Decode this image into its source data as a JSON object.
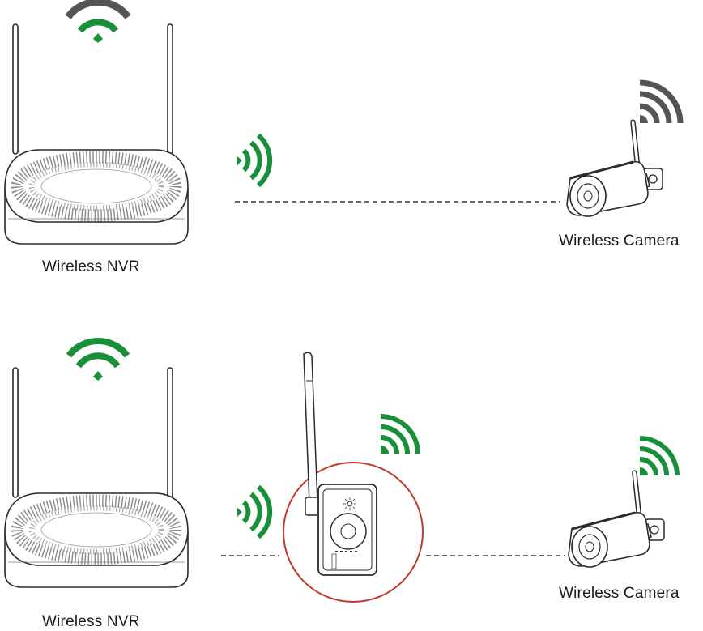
{
  "colors": {
    "signal_green": "#1a8f3a",
    "signal_gray": "#555555",
    "outline": "#2a2a2a",
    "repeater_circle": "#c0392b"
  },
  "top_scene": {
    "nvr_label": "Wireless NVR",
    "camera_label": "Wireless Camera",
    "nvr_signal_icon": "wifi-gray-green",
    "camera_signal_icon": "signal-gray",
    "link_style": "dashed"
  },
  "bottom_scene": {
    "nvr_label": "Wireless NVR",
    "camera_label": "Wireless Camera",
    "nvr_signal_icon": "wifi-green",
    "repeater_signal_icon": "signal-green",
    "camera_signal_icon": "signal-green",
    "repeater_highlight": "red-circle",
    "link_style": "dashed"
  }
}
